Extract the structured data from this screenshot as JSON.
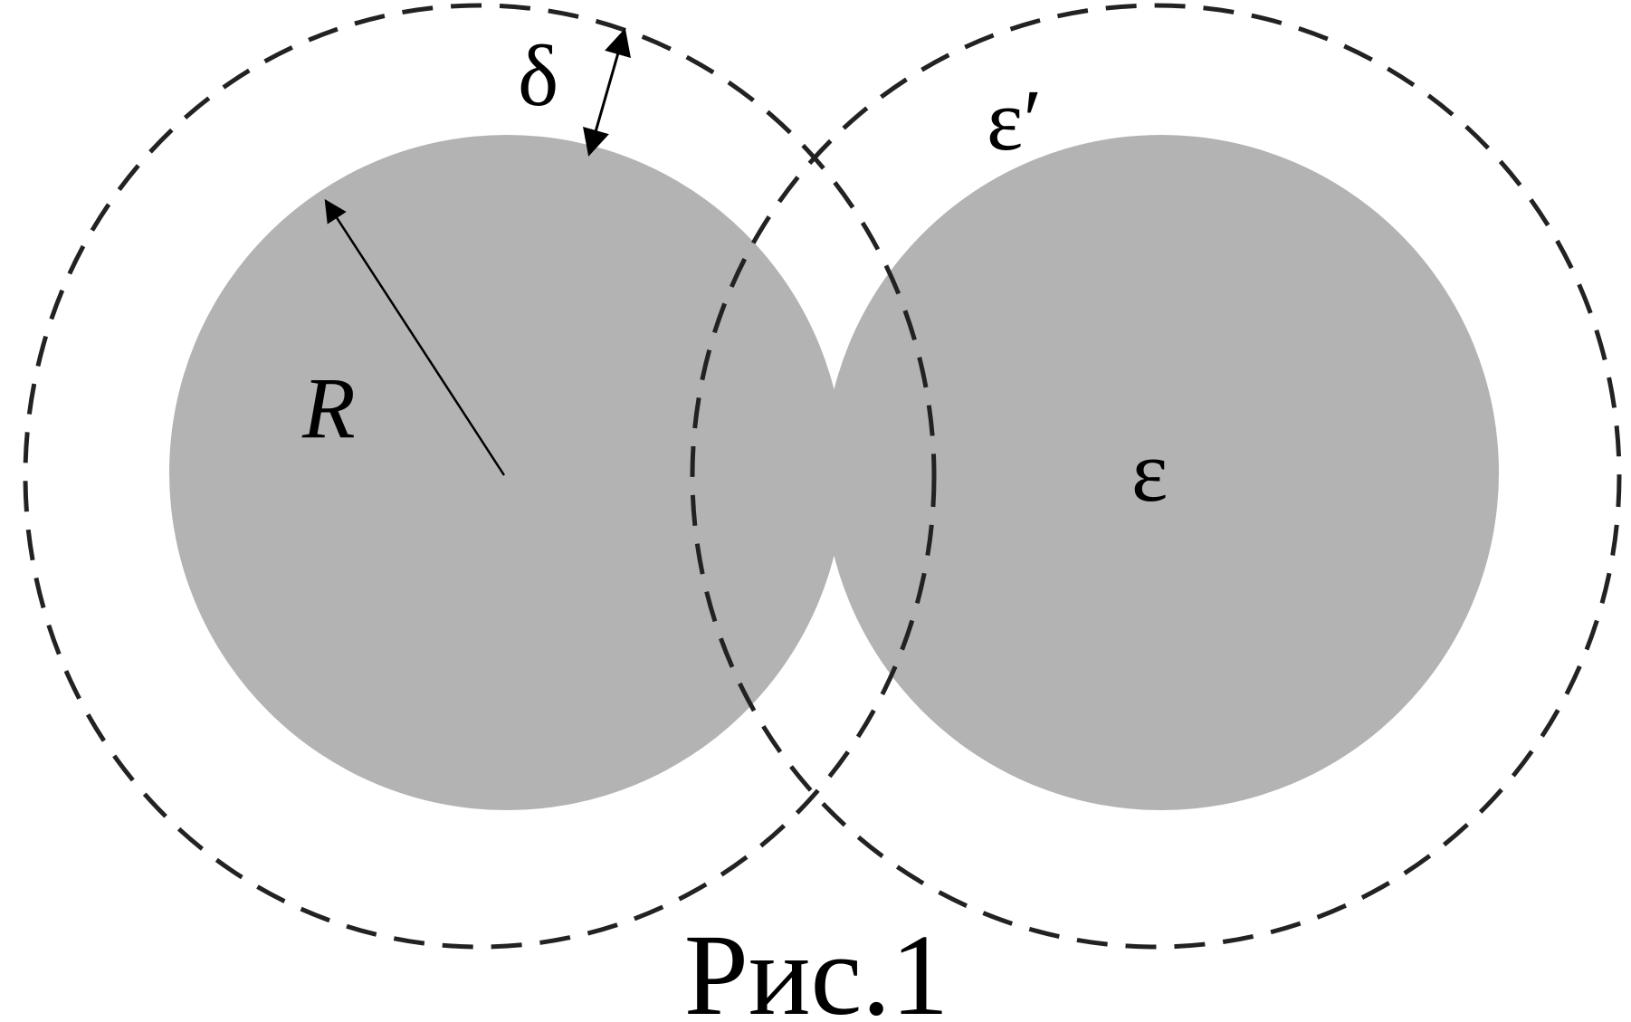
{
  "labels": {
    "delta": "δ",
    "epsilon_prime": "ε′",
    "radius": "R",
    "epsilon": "ε",
    "caption": "Рис.1"
  },
  "colors": {
    "particle_fill": "#b3b3b3",
    "dashed_stroke": "#222222",
    "arrow_stroke": "#000000",
    "text": "#000000"
  }
}
